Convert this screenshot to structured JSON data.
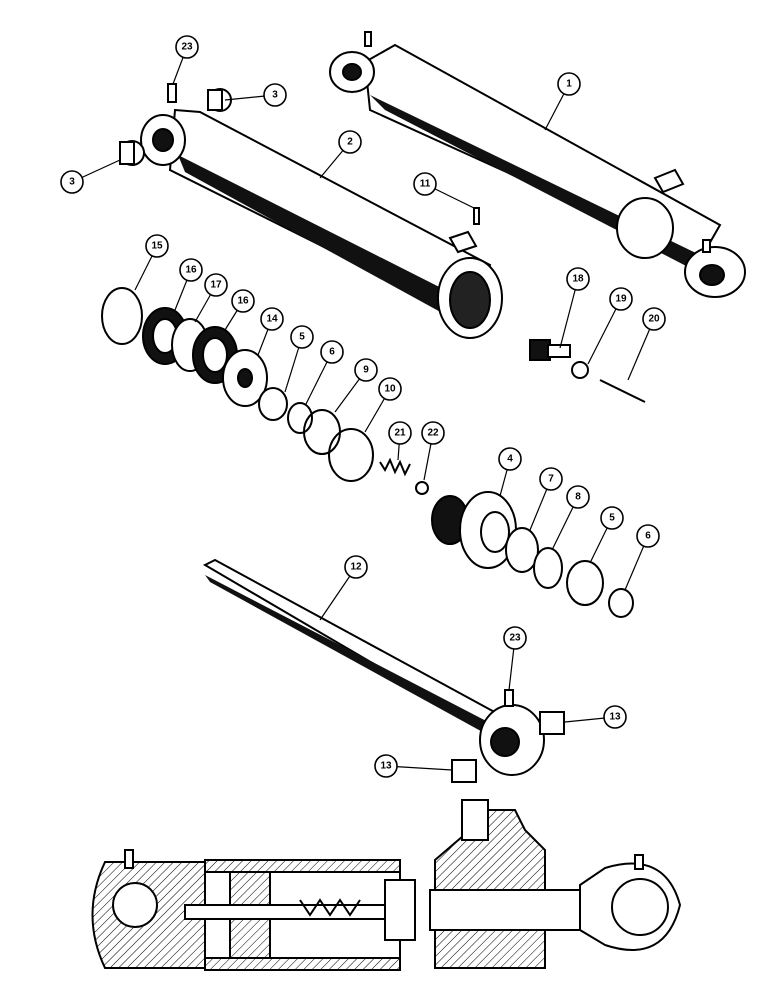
{
  "diagram": {
    "colors": {
      "ink": "#000000",
      "paper": "#ffffff",
      "shade": "#1a1a1a"
    },
    "callouts": [
      {
        "id": "c23a",
        "label": "23"
      },
      {
        "id": "c3a",
        "label": "3"
      },
      {
        "id": "c3b",
        "label": "3"
      },
      {
        "id": "c1",
        "label": "1"
      },
      {
        "id": "c2",
        "label": "2"
      },
      {
        "id": "c11",
        "label": "11"
      },
      {
        "id": "c15",
        "label": "15"
      },
      {
        "id": "c16a",
        "label": "16"
      },
      {
        "id": "c17",
        "label": "17"
      },
      {
        "id": "c16b",
        "label": "16"
      },
      {
        "id": "c14",
        "label": "14"
      },
      {
        "id": "c5a",
        "label": "5"
      },
      {
        "id": "c6a",
        "label": "6"
      },
      {
        "id": "c9",
        "label": "9"
      },
      {
        "id": "c10",
        "label": "10"
      },
      {
        "id": "c18",
        "label": "18"
      },
      {
        "id": "c19",
        "label": "19"
      },
      {
        "id": "c20",
        "label": "20"
      },
      {
        "id": "c21",
        "label": "21"
      },
      {
        "id": "c22",
        "label": "22"
      },
      {
        "id": "c4",
        "label": "4"
      },
      {
        "id": "c7",
        "label": "7"
      },
      {
        "id": "c8",
        "label": "8"
      },
      {
        "id": "c5b",
        "label": "5"
      },
      {
        "id": "c6b",
        "label": "6"
      },
      {
        "id": "c12",
        "label": "12"
      },
      {
        "id": "c23b",
        "label": "23"
      },
      {
        "id": "c13a",
        "label": "13"
      },
      {
        "id": "c13b",
        "label": "13"
      }
    ]
  }
}
